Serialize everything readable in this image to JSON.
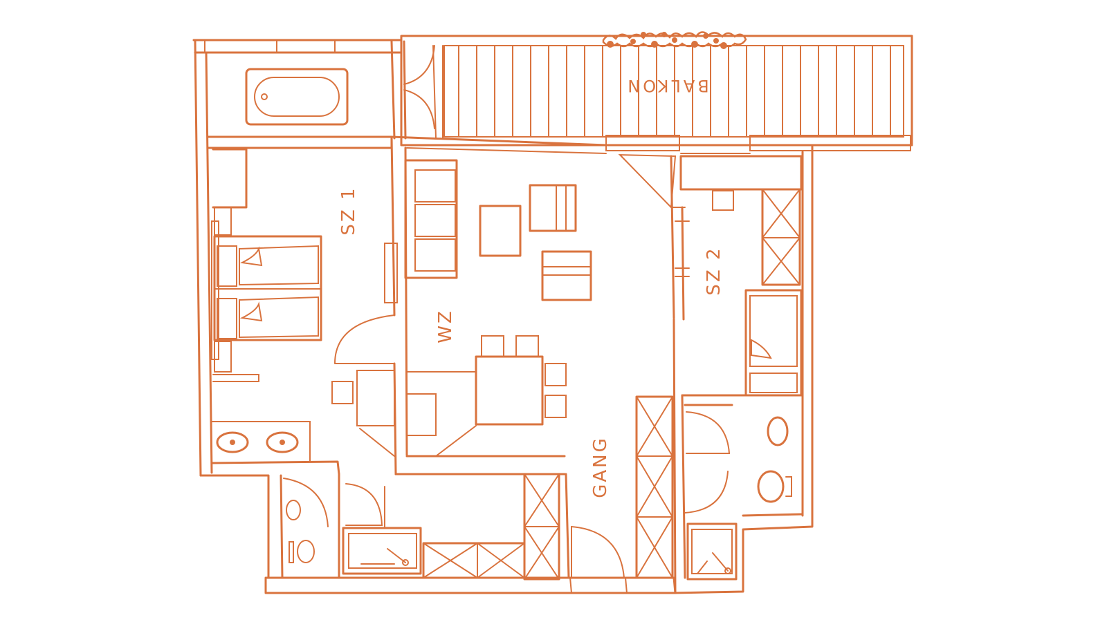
{
  "colors": {
    "ink": "#d9733e",
    "paper": "#ffffff"
  },
  "rooms": {
    "balcony": "BALKON",
    "bedroom_1": "SZ 1",
    "bedroom_2": "SZ 2",
    "living_room": "WZ",
    "hallway": "GANG"
  }
}
